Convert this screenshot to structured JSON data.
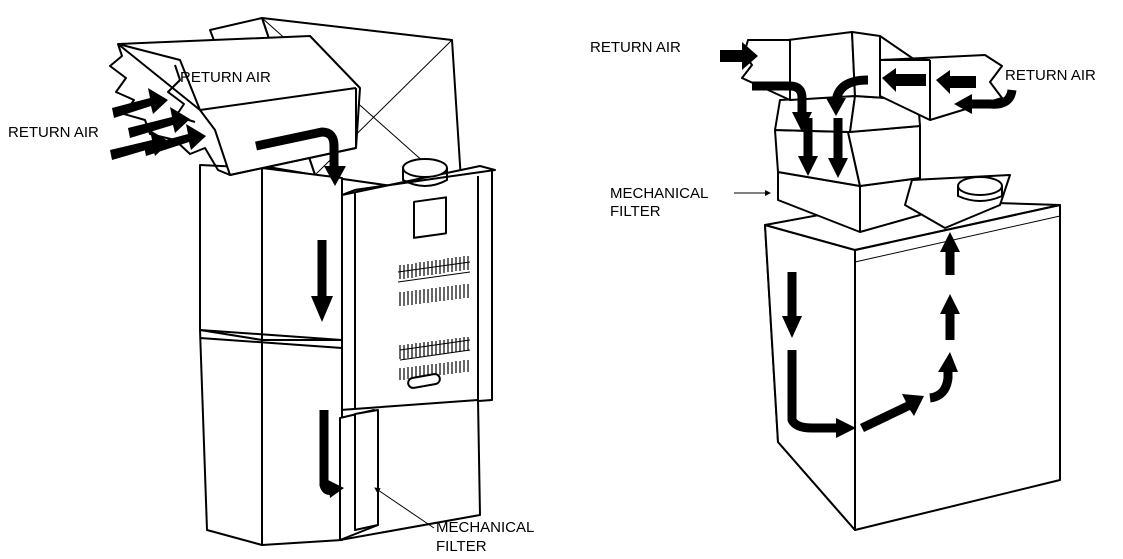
{
  "labels": {
    "left_return_air_top": "RETURN AIR",
    "left_return_air_side": "RETURN AIR",
    "left_filter_line1": "MECHANICAL",
    "left_filter_line2": "FILTER",
    "right_return_air_left": "RETURN AIR",
    "right_return_air_right": "RETURN AIR",
    "right_filter_line1": "MECHANICAL",
    "right_filter_line2": "FILTER"
  }
}
